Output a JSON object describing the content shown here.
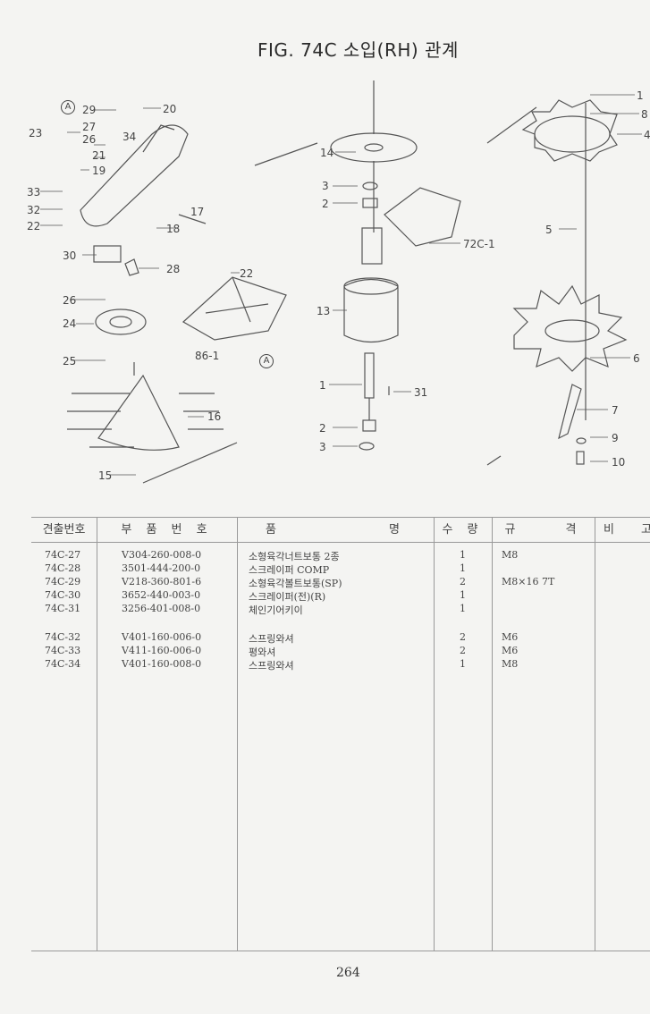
{
  "title": "FIG. 74C 소입(RH) 관계",
  "diagram": {
    "callouts": [
      "A",
      "29",
      "20",
      "27",
      "23",
      "26",
      "34",
      "21",
      "19",
      "33",
      "17",
      "32",
      "22",
      "18",
      "30",
      "28",
      "22",
      "26",
      "24",
      "86-1",
      "A",
      "25",
      "16",
      "15",
      "14",
      "3",
      "2",
      "72C-1",
      "13",
      "1",
      "31",
      "2",
      "3",
      "1",
      "8",
      "4",
      "5",
      "6",
      "7",
      "9",
      "10"
    ]
  },
  "table": {
    "headers": [
      "견출번호",
      "부 품 번 호",
      "품 명",
      "수 량",
      "규 격",
      "비 고"
    ],
    "rows": [
      [
        "74C-27",
        "V304-260-008-0",
        "소형육각너트보통 2종",
        "1",
        "M8"
      ],
      [
        "74C-28",
        "3501-444-200-0",
        "스크레이퍼 COMP",
        "1",
        ""
      ],
      [
        "74C-29",
        "V218-360-801-6",
        "소형육각볼트보통(SP)",
        "2",
        "M8×16 7T"
      ],
      [
        "74C-30",
        "3652-440-003-0",
        "스크레이퍼(전)(R)",
        "1",
        ""
      ],
      [
        "74C-31",
        "3256-401-008-0",
        "체인기어키이",
        "1",
        ""
      ],
      [
        "74C-32",
        "V401-160-006-0",
        "스프링와셔",
        "2",
        "M6"
      ],
      [
        "74C-33",
        "V411-160-006-0",
        "평와셔",
        "2",
        "M6"
      ],
      [
        "74C-34",
        "V401-160-008-0",
        "스프링와셔",
        "1",
        "M8"
      ]
    ]
  },
  "page_number": "264"
}
